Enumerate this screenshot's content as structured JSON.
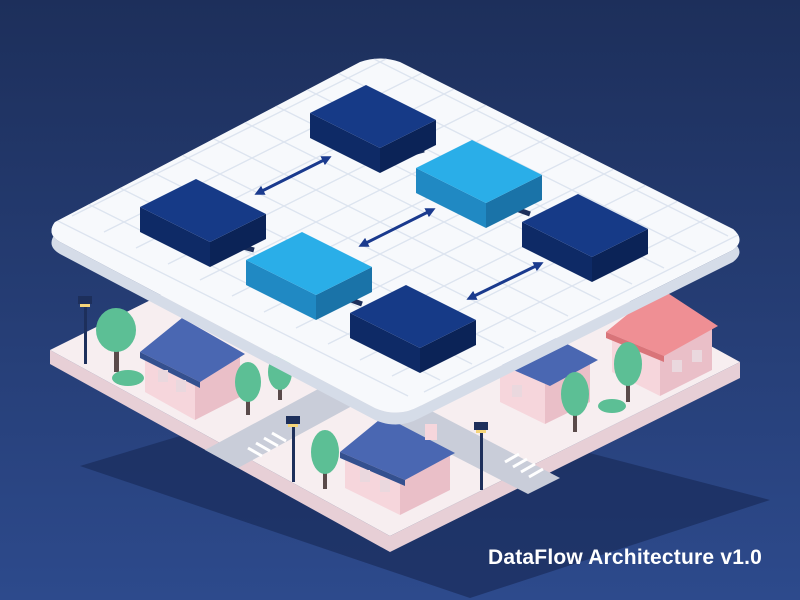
{
  "caption": "DataFlow Architecture v1.0",
  "colors": {
    "background_top": "#1d2f5b",
    "background_bottom": "#2d4a8c",
    "platform_top": "#f7f9fc",
    "platform_grid": "#dde4ef",
    "block_dark": "#163a87",
    "block_light": "#2aaee8",
    "connector_arrow": "#1a3a8e",
    "city_base": "#f7eef0",
    "house_pink": "#f6d6dc",
    "roof_blue": "#4a67b2",
    "roof_pink": "#ef8f94",
    "tree_green": "#5cbf95",
    "road": "#c9cdd9"
  },
  "icons": {
    "block": "isometric-cube",
    "connector": "double-arrow",
    "building": "house",
    "tree": "tree",
    "lamp": "street-lamp"
  },
  "blocks": [
    {
      "id": "b1",
      "color": "block_dark"
    },
    {
      "id": "b2",
      "color": "block_dark"
    },
    {
      "id": "b3",
      "color": "block_light"
    },
    {
      "id": "b4",
      "color": "block_light"
    },
    {
      "id": "b5",
      "color": "block_dark"
    },
    {
      "id": "b6",
      "color": "block_dark"
    }
  ]
}
